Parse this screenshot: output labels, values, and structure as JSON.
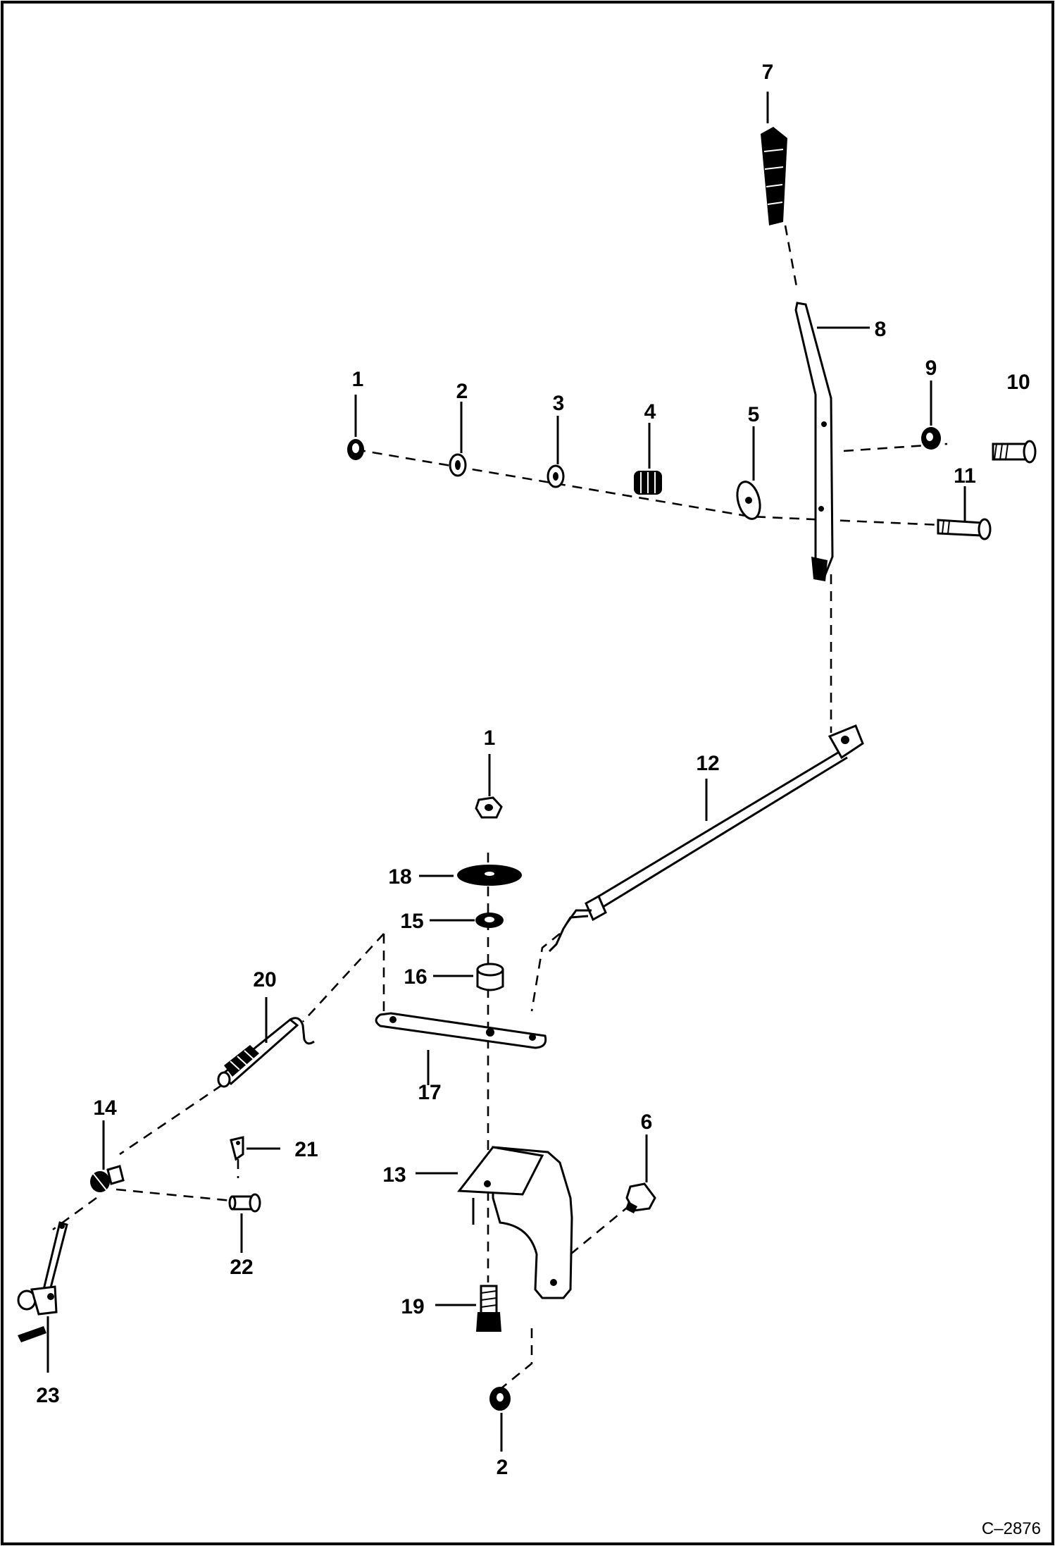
{
  "diagram": {
    "drawing_number": "C–2876",
    "callouts": [
      {
        "id": "c1a",
        "text": "1"
      },
      {
        "id": "c2a",
        "text": "2"
      },
      {
        "id": "c3",
        "text": "3"
      },
      {
        "id": "c4",
        "text": "4"
      },
      {
        "id": "c5",
        "text": "5"
      },
      {
        "id": "c7",
        "text": "7"
      },
      {
        "id": "c8",
        "text": "8"
      },
      {
        "id": "c9",
        "text": "9"
      },
      {
        "id": "c10",
        "text": "10"
      },
      {
        "id": "c11",
        "text": "11"
      },
      {
        "id": "c12",
        "text": "12"
      },
      {
        "id": "c1b",
        "text": "1"
      },
      {
        "id": "c18",
        "text": "18"
      },
      {
        "id": "c15",
        "text": "15"
      },
      {
        "id": "c16",
        "text": "16"
      },
      {
        "id": "c20",
        "text": "20"
      },
      {
        "id": "c17",
        "text": "17"
      },
      {
        "id": "c14",
        "text": "14"
      },
      {
        "id": "c21",
        "text": "21"
      },
      {
        "id": "c6",
        "text": "6"
      },
      {
        "id": "c13",
        "text": "13"
      },
      {
        "id": "c22",
        "text": "22"
      },
      {
        "id": "c19",
        "text": "19"
      },
      {
        "id": "c23",
        "text": "23"
      },
      {
        "id": "c2b",
        "text": "2"
      }
    ]
  }
}
